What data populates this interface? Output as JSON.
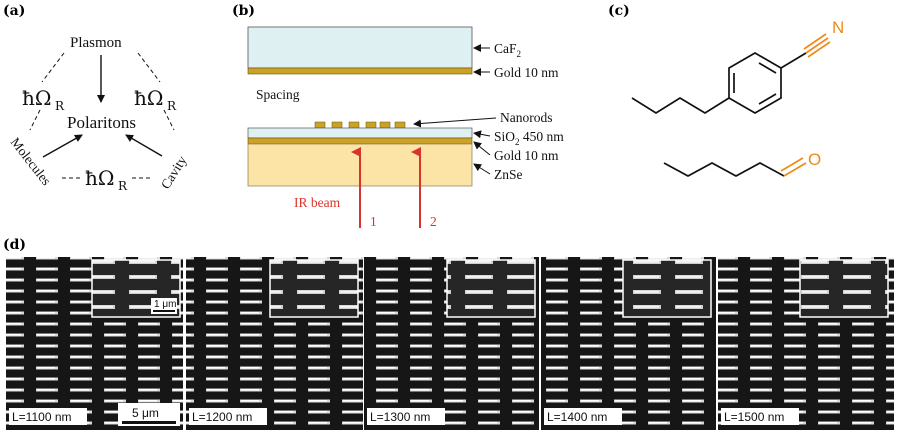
{
  "panels": {
    "a": {
      "label": "(a)",
      "plasmon": "Plasmon",
      "polaritons": "Polaritons",
      "molecules": "Molecules",
      "cavity": "Cavity",
      "coupling": "ħΩ",
      "coupling_sub": "R"
    },
    "b": {
      "label": "(b)",
      "caf2": "CaF",
      "caf2_sub": "2",
      "gold_top": "Gold 10 nm",
      "spacing": "Spacing",
      "nanorods": "Nanorods",
      "sio2": "SiO",
      "sio2_sub": "2",
      "sio2_rest": " 450 nm",
      "gold_bottom": "Gold 10 nm",
      "znse": "ZnSe",
      "ir_beam": "IR beam",
      "beam1": "1",
      "beam2": "2",
      "colors": {
        "caf2": "#dff0f3",
        "gold": "#c9a227",
        "znse": "#fbe4a6",
        "beam": "#d9342b"
      }
    },
    "c": {
      "label": "(c)",
      "nitrile_atom": "N",
      "aldehyde_atom": "O",
      "heteroatom_color": "#f08a1a"
    },
    "d": {
      "label": "(d)",
      "inset_scale": "1 μm",
      "main_scale": "5 μm",
      "lengths": [
        "L=1100 nm",
        "L=1200 nm",
        "L=1300 nm",
        "L=1400 nm",
        "L=1500 nm"
      ]
    }
  }
}
